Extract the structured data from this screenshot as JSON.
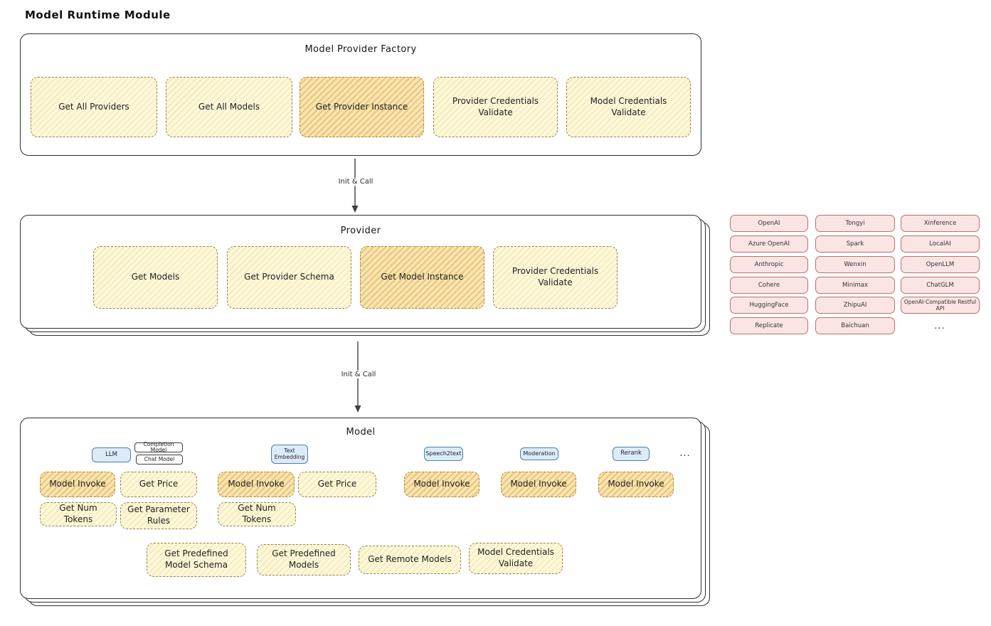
{
  "page_title": "Model Runtime Module",
  "arrows": {
    "arrow1": "Init & Call",
    "arrow2": "Init & Call"
  },
  "factory": {
    "title": "Model Provider Factory",
    "items": [
      {
        "label": "Get All Providers",
        "variant": "yellow"
      },
      {
        "label": "Get All Models",
        "variant": "yellow"
      },
      {
        "label": "Get Provider Instance",
        "variant": "orange"
      },
      {
        "label": "Provider Credentials Validate",
        "variant": "yellow"
      },
      {
        "label": "Model Credentials Validate",
        "variant": "yellow"
      }
    ]
  },
  "provider": {
    "title": "Provider",
    "items": [
      {
        "label": "Get Models",
        "variant": "yellow"
      },
      {
        "label": "Get Provider Schema",
        "variant": "yellow"
      },
      {
        "label": "Get Model Instance",
        "variant": "orange"
      },
      {
        "label": "Provider Credentials Validate",
        "variant": "yellow"
      }
    ]
  },
  "provider_list": {
    "col1": [
      "OpenAI",
      "Azure OpenAI",
      "Anthropic",
      "Cohere",
      "HuggingFace",
      "Replicate"
    ],
    "col2": [
      "Tongyi",
      "Spark",
      "Wenxin",
      "Minimax",
      "ZhipuAI",
      "Baichuan"
    ],
    "col3": [
      "Xinference",
      "LocalAI",
      "OpenLLM",
      "ChatGLM",
      "OpenAI-Compatible Restful API"
    ],
    "more": "..."
  },
  "model": {
    "title": "Model",
    "types": {
      "llm": "LLM",
      "completion": "Completion Model",
      "chat": "Chat Model",
      "embedding": "Text Embedding",
      "speech": "Speech2text",
      "moderation": "Moderation",
      "rerank": "Rerank",
      "more": "..."
    },
    "invoke_row": [
      "Model Invoke",
      "Get Price",
      "Model Invoke",
      "Get Price",
      "Model Invoke",
      "Model Invoke",
      "Model Invoke"
    ],
    "token_row": [
      "Get Num Tokens",
      "Get Parameter Rules",
      "Get Num Tokens"
    ],
    "bottom_row": [
      "Get Predefined Model Schema",
      "Get Predefined Models",
      "Get Remote Models",
      "Model Credentials Validate"
    ]
  },
  "palette": {
    "yellow_fill": "#fdf8da",
    "orange_fill": "#f9e5b4",
    "pink_fill": "#fbe4e4",
    "blue_fill": "#dcebf8",
    "frame_stroke": "#2e2e2e"
  }
}
